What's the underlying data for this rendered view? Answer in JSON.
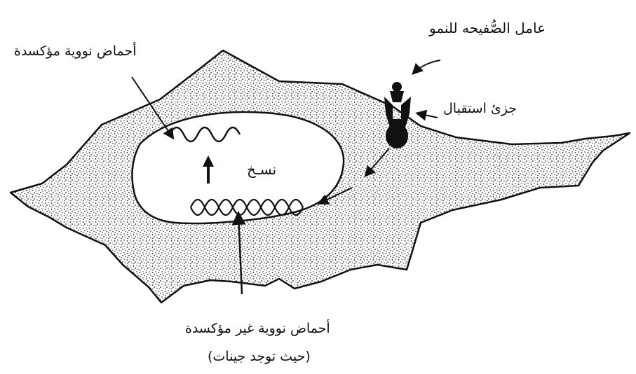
{
  "diagram": {
    "labels": {
      "growth_factor": "عامل الصُّفيحه للنمو",
      "receptor": "جزئ استقبال",
      "rna": "أحماض نووية مؤكسدة",
      "transcription": "نسـخ",
      "dna": "أحماض نووية غير مؤكسدة",
      "genes": "(حيث توجد جينات)"
    },
    "colors": {
      "ink": "#111111",
      "background": "#ffffff"
    }
  }
}
